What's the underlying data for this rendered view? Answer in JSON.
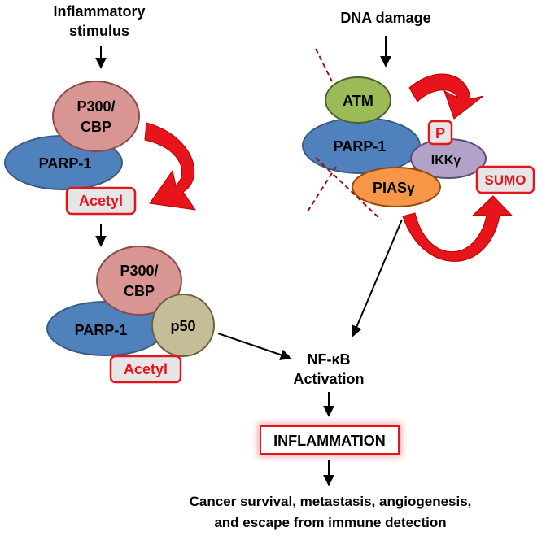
{
  "left": {
    "stimulus_line1": "Inflammatory",
    "stimulus_line2": "stimulus",
    "p300_line1": "P300/",
    "p300_line2": "CBP",
    "parp1": "PARP-1",
    "acetyl": "Acetyl",
    "complex2_p300_line1": "P300/",
    "complex2_p300_line2": "CBP",
    "complex2_parp1": "PARP-1",
    "p50": "p50",
    "complex2_acetyl": "Acetyl"
  },
  "right": {
    "stimulus": "DNA damage",
    "atm": "ATM",
    "parp1": "PARP-1",
    "p": "P",
    "ikk": "IKKγ",
    "pias": "PIASγ",
    "sumo": "SUMO"
  },
  "center": {
    "nfkb_line1": "NF-κB",
    "nfkb_line2": "Activation",
    "inflammation": "INFLAMMATION",
    "outcome_line1": "Cancer survival, metastasis, angiogenesis,",
    "outcome_line2": "and escape from immune detection"
  },
  "colors": {
    "parp1_blue": "#4f81bd",
    "p300_pink": "#d99594",
    "atm_green": "#9bbb59",
    "ikk_purple": "#b3a2c7",
    "pias_orange": "#f79646",
    "p50_tan": "#c4bd97",
    "accent_red": "#e8141b",
    "label_gray": "#e6e6e6"
  }
}
